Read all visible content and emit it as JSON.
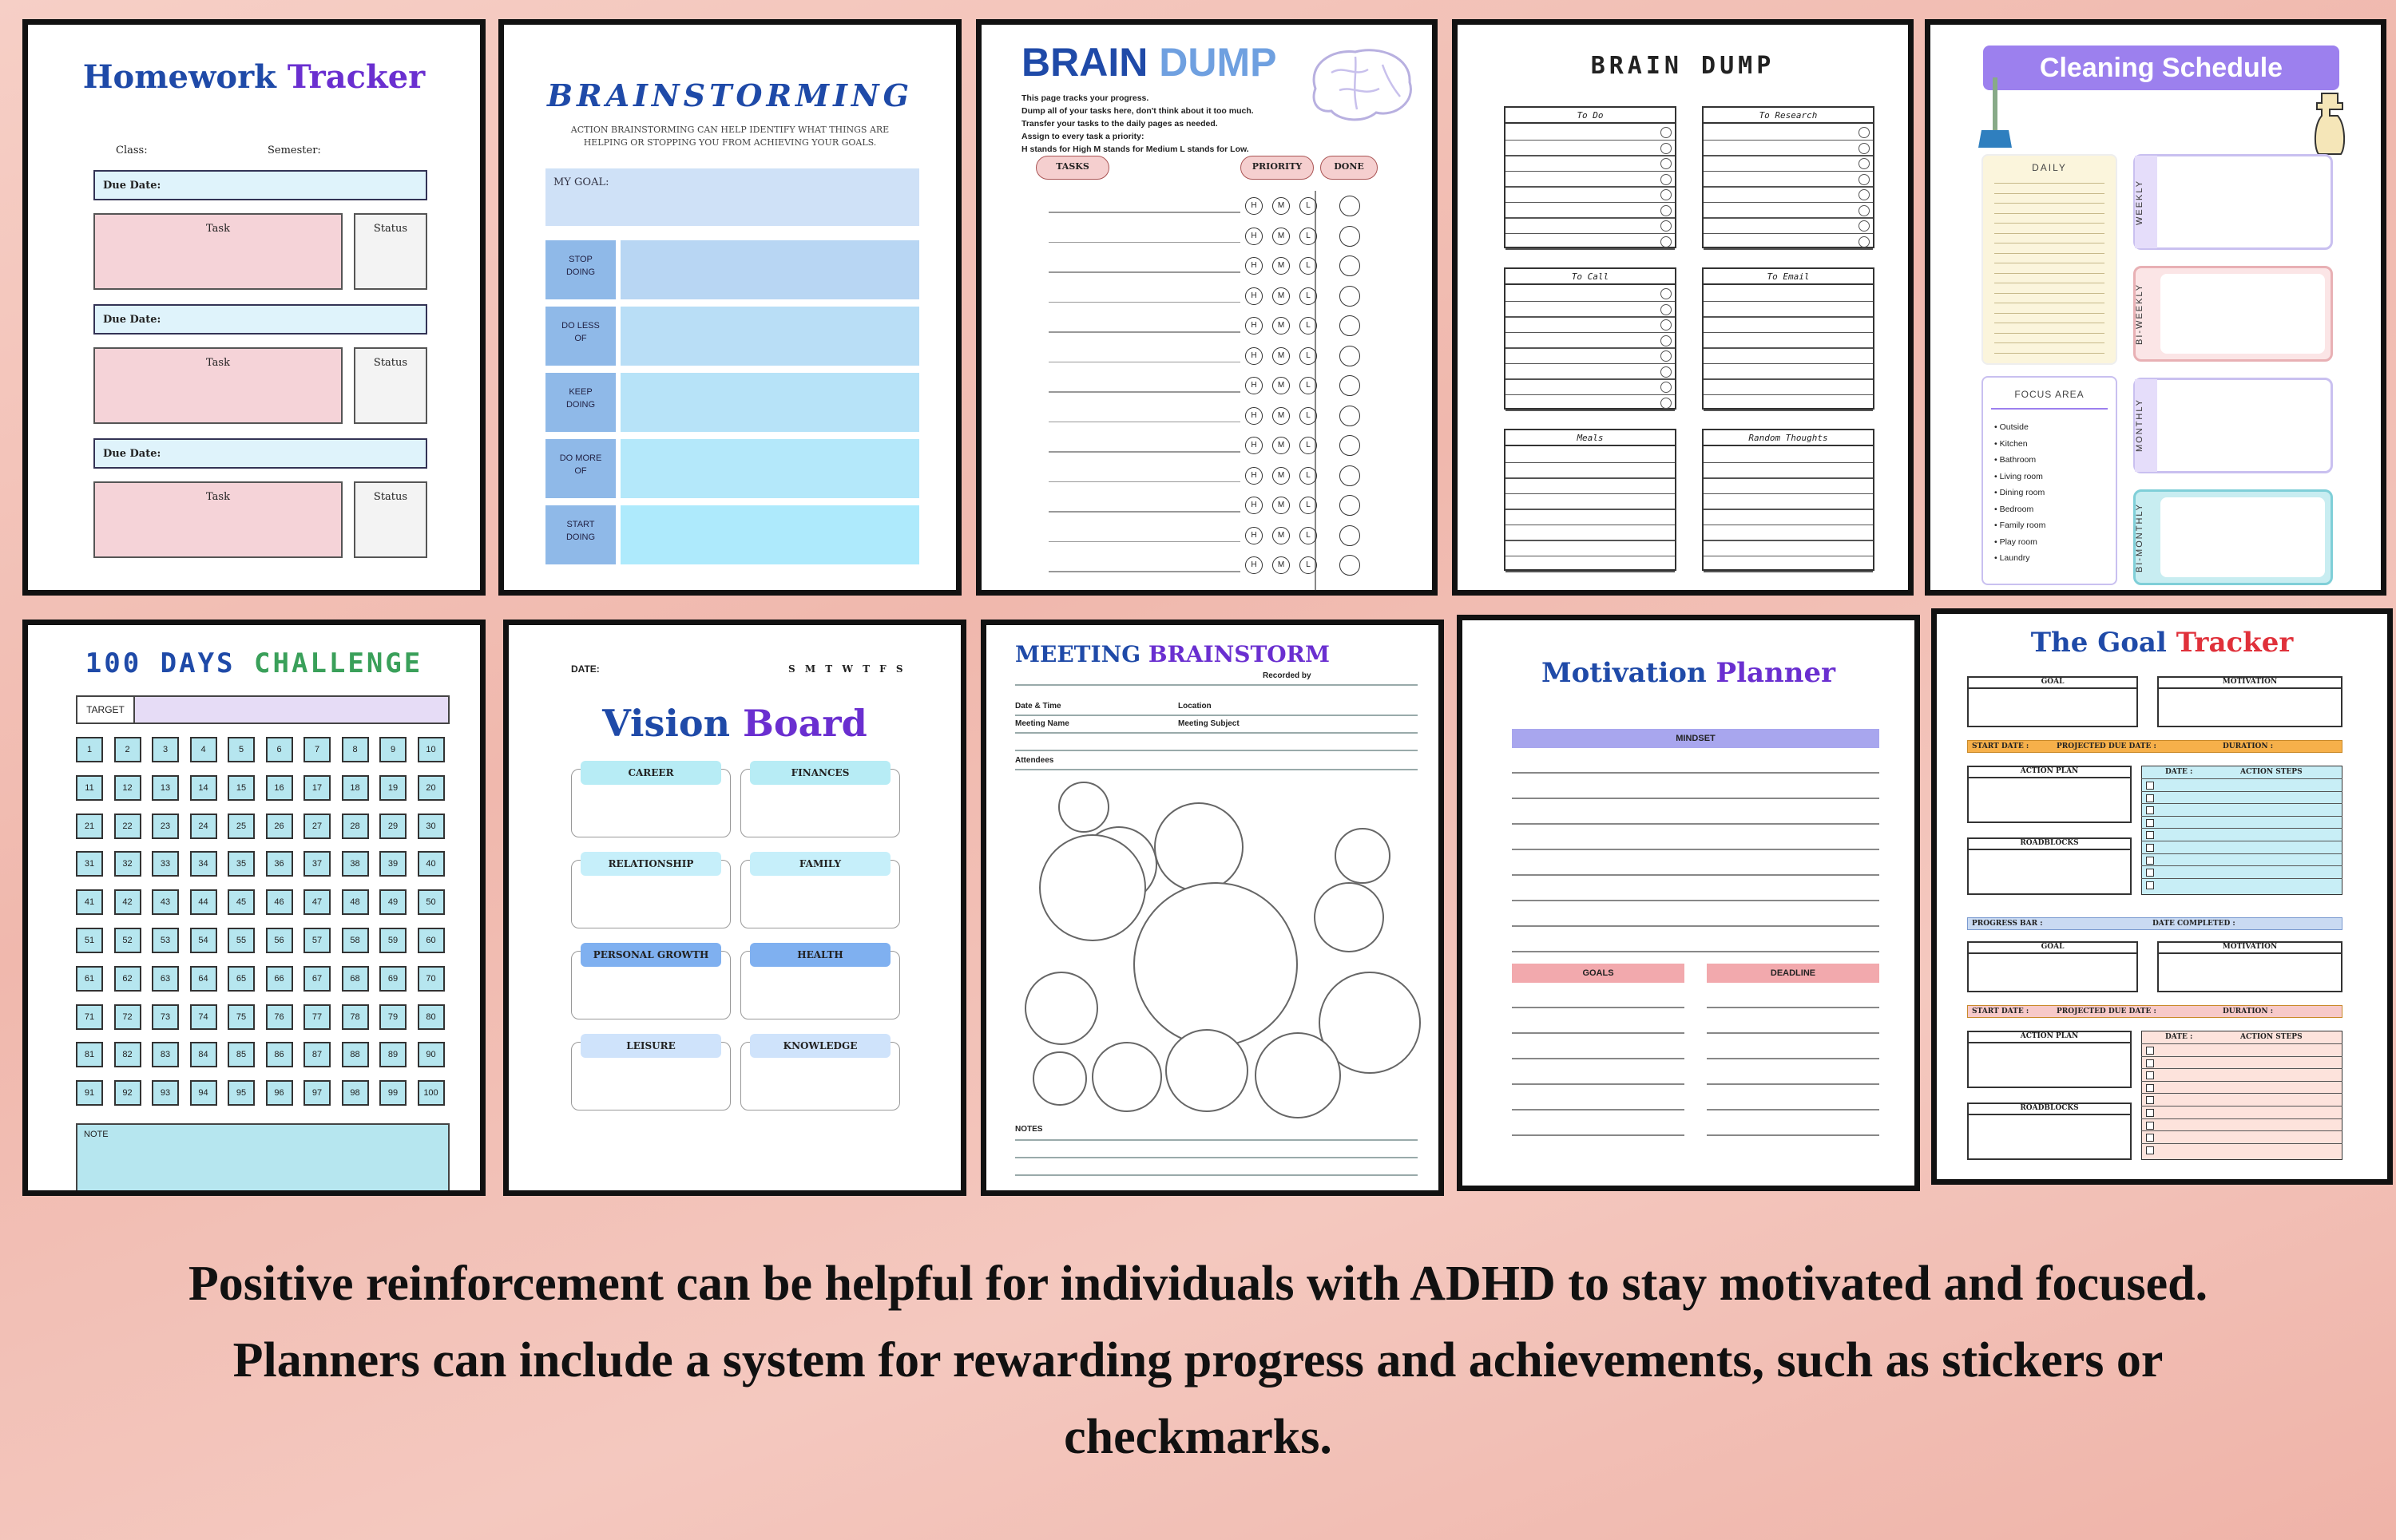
{
  "homework": {
    "title_a": "Homework",
    "title_b": "Tracker",
    "class": "Class:",
    "semester": "Semester:",
    "due": "Due Date:",
    "task": "Task",
    "status": "Status"
  },
  "brainstorm": {
    "title": "BRAINSTORMING",
    "sub": "ACTION BRAINSTORMING CAN HELP IDENTIFY WHAT THINGS ARE HELPING OR STOPPING YOU FROM ACHIEVING YOUR GOALS.",
    "goal": "MY GOAL:",
    "rows": [
      "STOP DOING",
      "DO LESS OF",
      "KEEP DOING",
      "DO MORE OF",
      "START DOING"
    ]
  },
  "braindump1": {
    "title_a": "BRAIN",
    "title_b": "DUMP",
    "lines": [
      "This page tracks your progress.",
      "Dump all of your tasks here, don't think about it too much.",
      "Transfer your tasks to the daily pages as needed.",
      "Assign to every task a priority:",
      "H stands for High    M stands for Medium    L stands for Low."
    ],
    "tasks": "TASKS",
    "priority": "PRIORITY",
    "done": "DONE",
    "h": "H",
    "m": "M",
    "l": "L"
  },
  "braindump2": {
    "title": "BRAIN DUMP",
    "boxes": [
      "To Do",
      "To Research",
      "To Call",
      "To Email",
      "Meals",
      "Random Thoughts"
    ]
  },
  "cleaning": {
    "title": "Cleaning Schedule",
    "daily": "DAILY",
    "weekly": "WEEKLY",
    "biweekly": "BI-WEEKLY",
    "monthly": "MONTHLY",
    "bimonthly": "BI-MONTHLY",
    "focus": "FOCUS AREA",
    "areas": [
      "Outside",
      "Kitchen",
      "Bathroom",
      "Living room",
      "Dining room",
      "Bedroom",
      "Family room",
      "Play room",
      "Laundry"
    ]
  },
  "challenge": {
    "title_a": "100 DAYS",
    "title_b": "CHALLENGE",
    "target": "TARGET",
    "note": "NOTE"
  },
  "vision": {
    "date": "DATE:",
    "days": "S M T W T F S",
    "title_a": "Vision",
    "title_b": "Board",
    "items": [
      "CAREER",
      "FINANCES",
      "RELATIONSHIP",
      "FAMILY",
      "PERSONAL GROWTH",
      "HEALTH",
      "LEISURE",
      "KNOWLEDGE"
    ]
  },
  "meeting": {
    "title_a": "MEETING",
    "title_b": "BRAINSTORM",
    "recorded": "Recorded by",
    "datetime": "Date & Time",
    "location": "Location",
    "name": "Meeting Name",
    "subject": "Meeting Subject",
    "attendees": "Attendees",
    "notes": "NOTES"
  },
  "motivation": {
    "title_a": "Motivation",
    "title_b": "Planner",
    "mindset": "MINDSET",
    "goals": "GOALS",
    "deadline": "DEADLINE"
  },
  "goal": {
    "title_a": "The Goal",
    "title_b": "Tracker",
    "goal": "GOAL",
    "motivation": "MOTIVATION",
    "start": "START DATE :",
    "projected": "PROJECTED DUE DATE :",
    "duration": "DURATION :",
    "action_plan": "ACTION PLAN",
    "date": "DATE :",
    "action_steps": "ACTION STEPS",
    "roadblocks": "ROADBLOCKS",
    "progress": "PROGRESS BAR :",
    "completed": "DATE COMPLETED :"
  },
  "caption": {
    "l1": "Positive reinforcement can be helpful for individuals with ADHD to stay motivated and focused.",
    "l2": "Planners can include a system for rewarding progress and achievements, such as stickers or",
    "l3": "checkmarks."
  }
}
